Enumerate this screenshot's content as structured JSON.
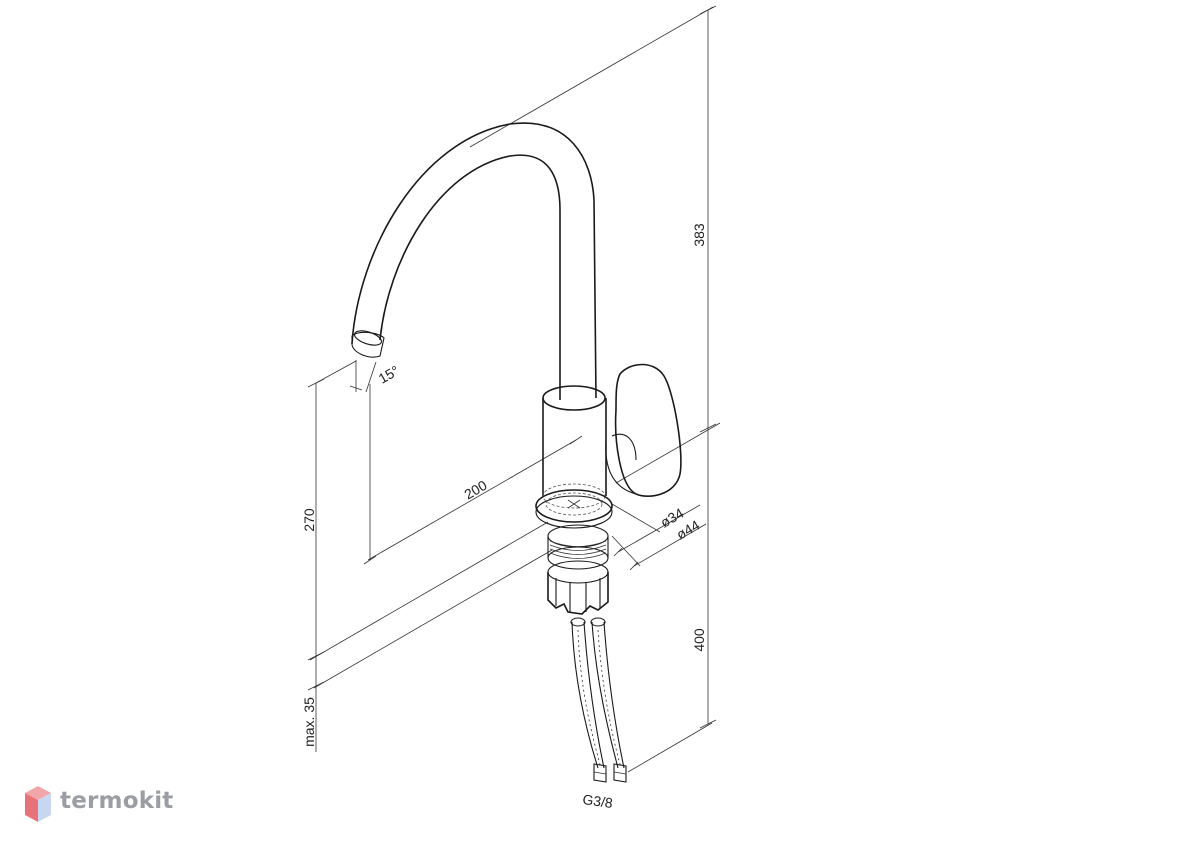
{
  "brand": {
    "name": "termokit",
    "colors": {
      "top": "#f2a6a9",
      "left": "#e8727a",
      "right": "#c9d6ef",
      "text": "#9a9da3"
    }
  },
  "dimensions": {
    "total_height": "383",
    "spout_reach": "200",
    "spout_height": "270",
    "hose_length": "400",
    "base_diameter": "ø34",
    "flange_diameter": "ø44",
    "max_countertop": "max. 35",
    "spout_angle": "15°",
    "thread": "G3/8"
  }
}
